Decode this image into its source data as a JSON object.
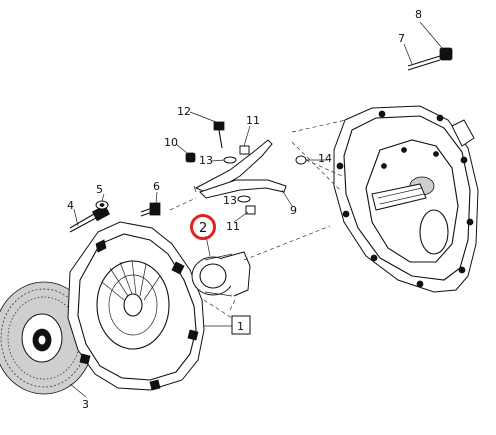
{
  "callouts": {
    "c1": "1",
    "c2": "2",
    "c3": "3",
    "c4": "4",
    "c5": "5",
    "c6": "6",
    "c7": "7",
    "c8": "8",
    "c9": "9",
    "c10": "10",
    "c11a": "11",
    "c11b": "11",
    "c12": "12",
    "c13a": "13",
    "c13b": "13",
    "c14": "14"
  },
  "highlight": {
    "color": "#e2231a"
  }
}
